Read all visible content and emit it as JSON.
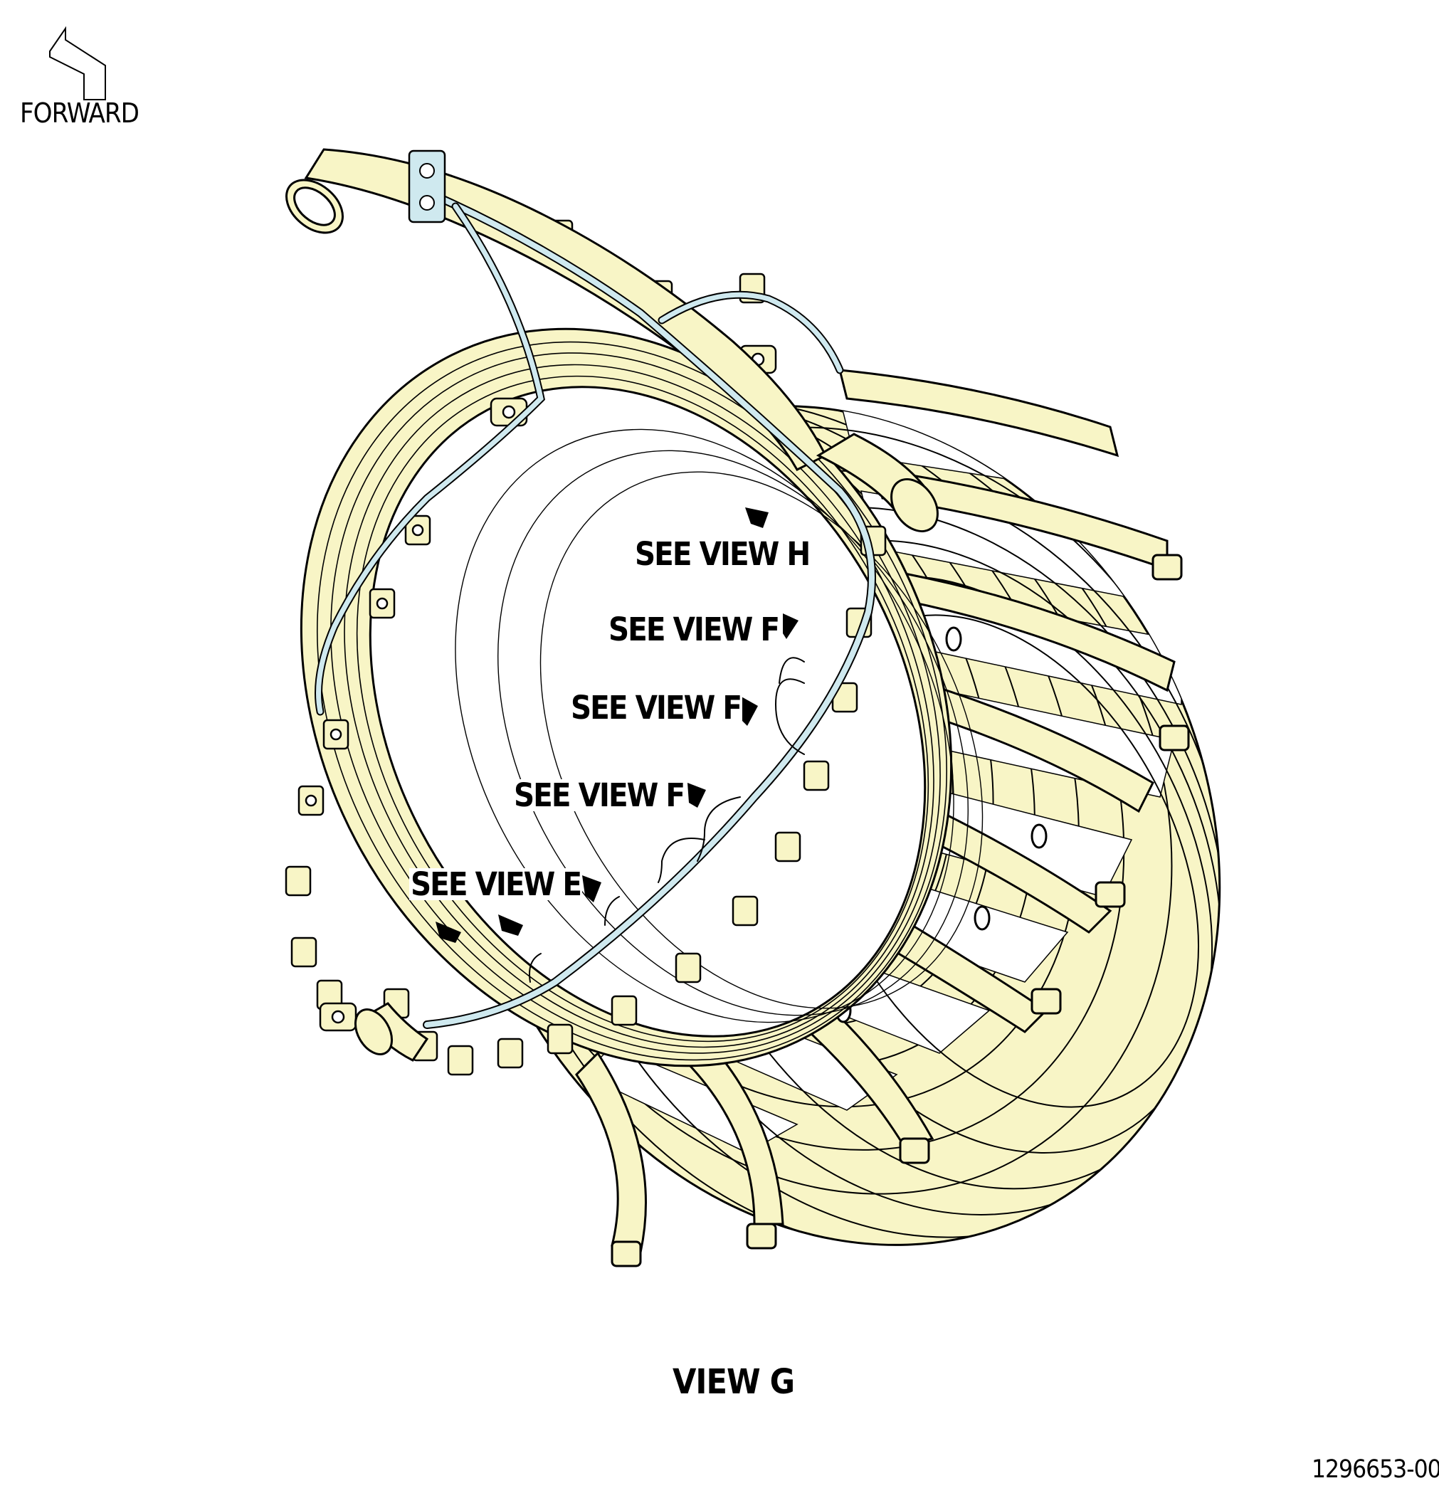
{
  "forward_indicator": {
    "label": "FORWARD",
    "icon": "forward-arrow-icon"
  },
  "callouts": [
    {
      "text": "SEE VIEW H",
      "arrow_icon": "callout-arrow-icon"
    },
    {
      "text": "SEE VIEW F",
      "arrow_icon": "callout-arrow-icon"
    },
    {
      "text": "SEE VIEW F",
      "arrow_icon": "callout-arrow-icon"
    },
    {
      "text": "SEE VIEW F",
      "arrow_icon": "callout-arrow-icon"
    },
    {
      "text": "SEE VIEW E",
      "arrow_icon": "callout-arrow-icon"
    }
  ],
  "view_title": "VIEW G",
  "drawing_number": "1296653-00",
  "colors": {
    "structure_fill": "#f8f5c6",
    "harness_fill": "#cfe9ef",
    "line": "#000000",
    "background": "#ffffff"
  }
}
